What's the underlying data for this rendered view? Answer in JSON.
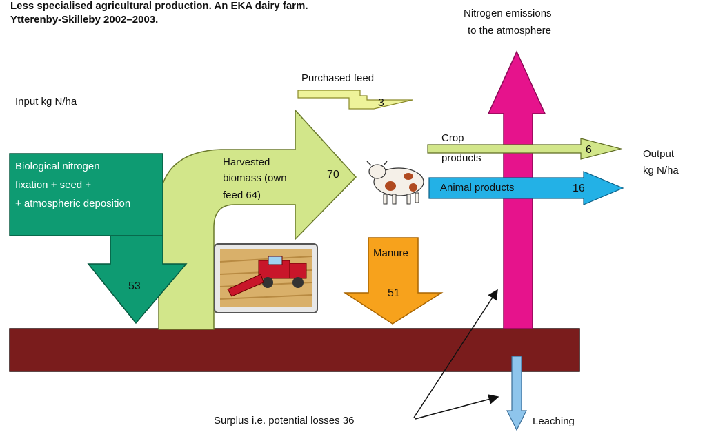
{
  "title": {
    "line1": "Less specialised agricultural production. An EKA dairy farm.",
    "line2": "Ytterenby-Skilleby 2002–2003."
  },
  "input_label": "Input kg N/ha",
  "output_label": {
    "line1": "Output",
    "line2": "kg N/ha"
  },
  "flows": {
    "biological": {
      "lines": [
        "Biological nitrogen",
        "fixation + seed +",
        "+ atmospheric deposition"
      ],
      "value": "53",
      "color": "#0e9b72"
    },
    "harvested": {
      "lines": [
        "Harvested",
        "biomass (own",
        "feed 64)"
      ],
      "value": "70",
      "color": "#d2e68a"
    },
    "purchased_feed": {
      "label": "Purchased feed",
      "value": "3",
      "color": "#eef39a"
    },
    "manure": {
      "label": "Manure",
      "value": "51",
      "color": "#f7a21c"
    },
    "crop_products": {
      "lines": [
        "Crop",
        "products"
      ],
      "value": "6",
      "color": "#d2e68a"
    },
    "animal_products": {
      "label": "Animal products",
      "value": "16",
      "color": "#23b1e6"
    },
    "emissions": {
      "lines": [
        "Nitrogen emissions",
        "to the atmosphere"
      ],
      "color": "#e6138c"
    },
    "leaching": {
      "label": "Leaching",
      "color": "#8ec5ec"
    },
    "surplus": {
      "label": "Surplus i.e. potential losses 36"
    }
  },
  "soil_color": "#7a1c1c",
  "icons": [
    "cow-icon",
    "harvester-picture-icon"
  ]
}
